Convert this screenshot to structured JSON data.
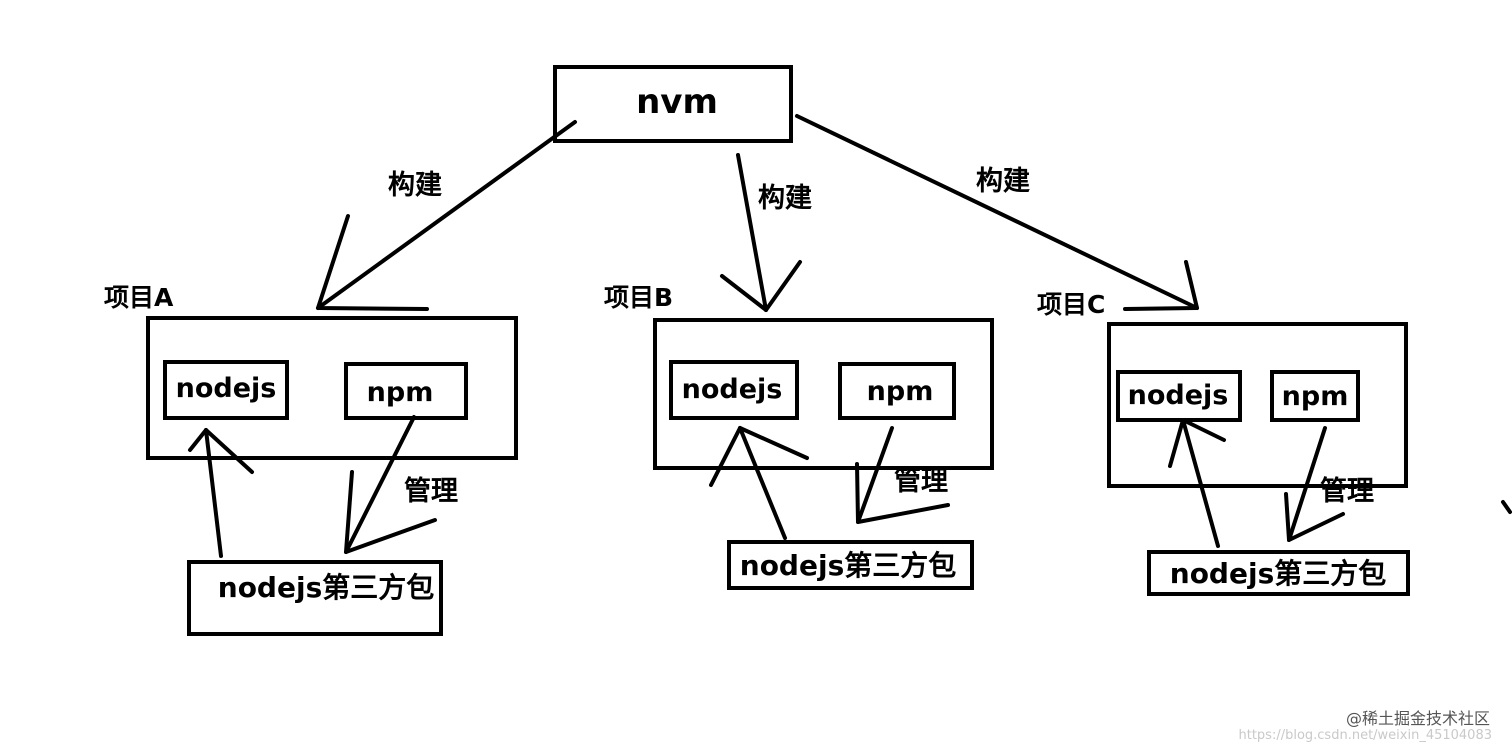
{
  "root": {
    "label": "nvm"
  },
  "edge_labels": {
    "build_a": "构建",
    "build_b": "构建",
    "build_c": "构建",
    "manage_a": "管理",
    "manage_b": "管理",
    "manage_c": "管理"
  },
  "projects": [
    {
      "title": "项目A",
      "node": "nodejs",
      "npm": "npm",
      "packages": "nodejs第三方包"
    },
    {
      "title": "项目B",
      "node": "nodejs",
      "npm": "npm",
      "packages": "nodejs第三方包"
    },
    {
      "title": "项目C",
      "node": "nodejs",
      "npm": "npm",
      "packages": "nodejs第三方包"
    }
  ],
  "watermark": {
    "text": "@稀土掘金技术社区",
    "url": "https://blog.csdn.net/weixin_45104083"
  }
}
